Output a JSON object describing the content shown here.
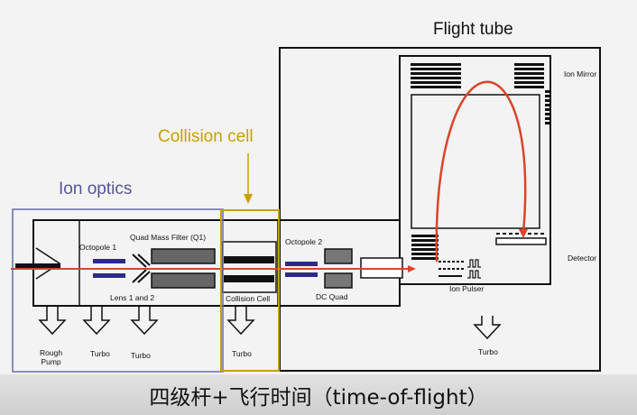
{
  "labels": {
    "flight_tube": "Flight tube",
    "collision_cell_title": "Collision cell",
    "ion_optics": "Ion optics",
    "ion_mirror": "Ion Mirror",
    "detector": "Detector",
    "octopole_1": "Octopole 1",
    "quad_mass_filter": "Quad Mass Filter (Q1)",
    "lens": "Lens 1 and 2",
    "collision_cell": "Collision Cell",
    "octopole_2": "Octopole 2",
    "dc_quad": "DC Quad",
    "ion_pulser": "Ion Pulser",
    "rough_pump": "Rough\nPump",
    "turbo": "Turbo"
  },
  "subtitle": "四级杆+飞行时间（time-of-flight）",
  "colors": {
    "beam": "#d9452a",
    "collision_box": "#c8a000",
    "ion_optics_box": "#6a6aa8",
    "lens": "#2a2a8a",
    "frame": "#111111"
  }
}
